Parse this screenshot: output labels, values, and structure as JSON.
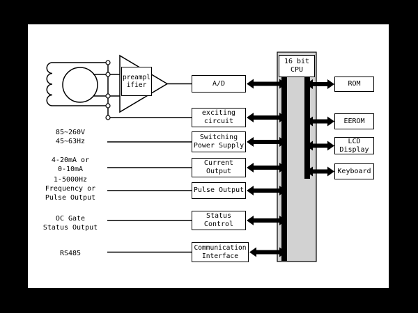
{
  "diagram": {
    "colors": {
      "backdrop": "#000000",
      "panel": "#ffffff",
      "line": "#000000",
      "bus_fill": "#d2d2d2"
    },
    "preamp": {
      "lines": [
        "preampl",
        "ifier"
      ]
    },
    "cpu": {
      "lines": [
        "16 bit",
        "CPU"
      ]
    },
    "blocks": {
      "ad": {
        "lines": [
          "A/D"
        ]
      },
      "exciting": {
        "lines": [
          "exciting",
          "circuit"
        ]
      },
      "switching": {
        "lines": [
          "Switching",
          "Power Supply"
        ]
      },
      "current": {
        "lines": [
          "Current",
          "Output"
        ]
      },
      "pulse": {
        "lines": [
          "Pulse Output"
        ]
      },
      "status": {
        "lines": [
          "Status",
          "Control"
        ]
      },
      "comm": {
        "lines": [
          "Communication",
          "Interface"
        ]
      }
    },
    "peripherals": {
      "rom": {
        "lines": [
          "ROM"
        ]
      },
      "eerom": {
        "lines": [
          "EEROM"
        ]
      },
      "lcd": {
        "lines": [
          "LCD",
          "Display"
        ]
      },
      "keyboard": {
        "lines": [
          "Keyboard"
        ]
      }
    },
    "io_labels": {
      "power": {
        "lines": [
          "85~260V",
          "45~63Hz"
        ]
      },
      "current": {
        "lines": [
          "4-20mA or",
          "0-10mA"
        ]
      },
      "pulse": {
        "lines": [
          "1-5000Hz",
          "Frequency or",
          "Pulse Output"
        ]
      },
      "oc": {
        "lines": [
          "OC Gate",
          "Status Output"
        ]
      },
      "rs485": {
        "lines": [
          "RS485"
        ]
      }
    }
  }
}
